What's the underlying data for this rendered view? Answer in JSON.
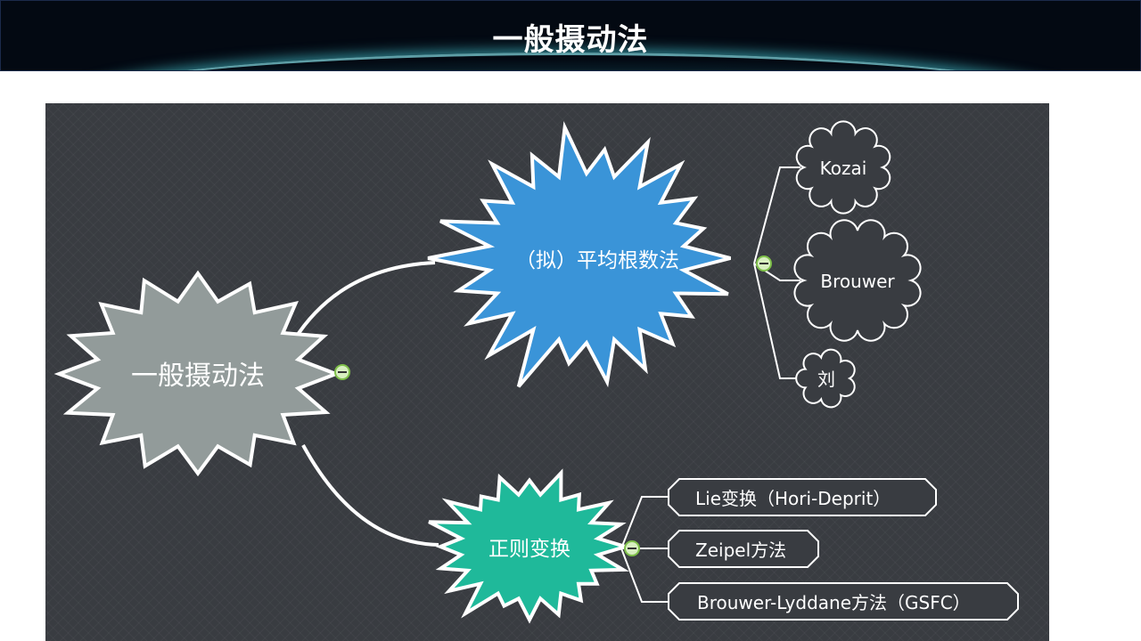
{
  "slide": {
    "title": "一般摄动法"
  },
  "mindmap": {
    "root": {
      "label": "一般摄动法",
      "color": "#929b9a"
    },
    "branches": [
      {
        "label": "（拟）平均根数法",
        "color": "#3a94d8",
        "children": [
          "Kozai",
          "Brouwer",
          "刘"
        ]
      },
      {
        "label": "正则变换",
        "color": "#1fb99a",
        "children": [
          "Lie变换（Hori-Deprit）",
          "Zeipel方法",
          "Brouwer-Lyddane方法（GSFC）"
        ]
      }
    ],
    "collapse_color": "#7fc04a"
  }
}
